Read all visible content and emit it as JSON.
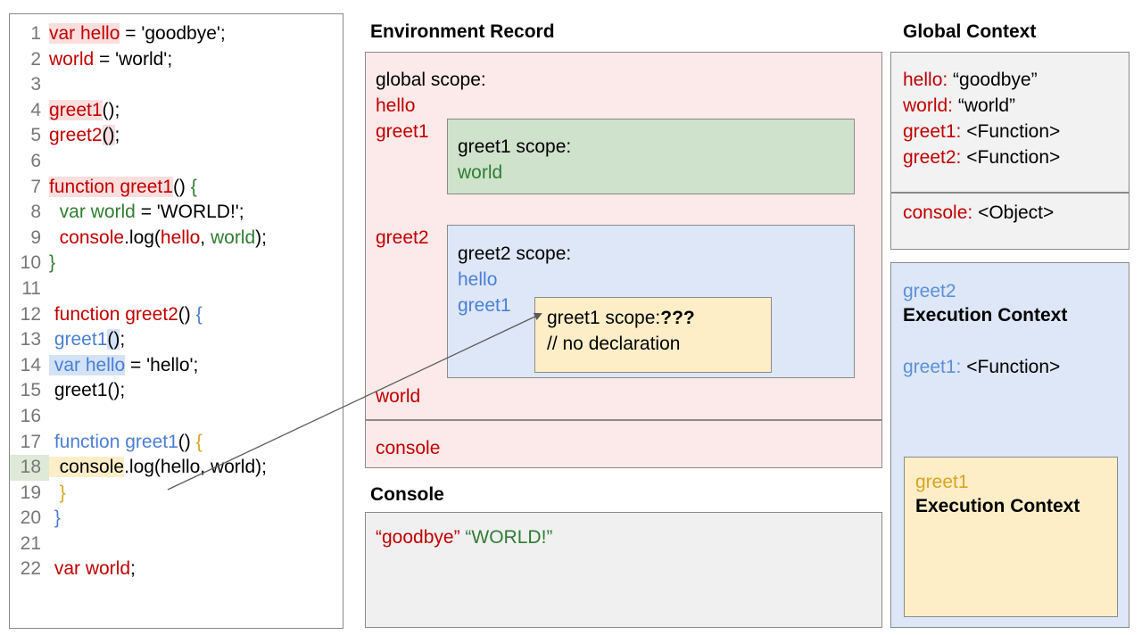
{
  "code": {
    "lines": [
      {
        "n": "1",
        "segments": [
          {
            "t": "var hello",
            "c": "kw-red",
            "bg": "hl-red"
          },
          {
            "t": " = 'goodbye';",
            "c": "code-text"
          }
        ]
      },
      {
        "n": "2",
        "segments": [
          {
            "t": "world",
            "c": "kw-red"
          },
          {
            "t": " = 'world';",
            "c": "code-text"
          }
        ]
      },
      {
        "n": "3",
        "segments": []
      },
      {
        "n": "4",
        "segments": [
          {
            "t": "greet1",
            "c": "kw-red",
            "bg": "hl-red"
          },
          {
            "t": "();",
            "c": "code-text"
          }
        ]
      },
      {
        "n": "5",
        "segments": [
          {
            "t": "greet2",
            "c": "kw-red"
          },
          {
            "t": "()",
            "c": "code-text",
            "bg": "hl-red"
          },
          {
            "t": ";",
            "c": "code-text"
          }
        ]
      },
      {
        "n": "6",
        "segments": []
      },
      {
        "n": "7",
        "segments": [
          {
            "t": "function greet1",
            "c": "kw-red",
            "bg": "hl-red"
          },
          {
            "t": "() ",
            "c": "code-text"
          },
          {
            "t": "{",
            "c": "kw-green"
          }
        ]
      },
      {
        "n": "8",
        "segments": [
          {
            "t": "  var world",
            "c": "kw-green",
            "bg": "hl-green"
          },
          {
            "t": " = 'WORLD!';",
            "c": "code-text"
          }
        ]
      },
      {
        "n": "9",
        "segments": [
          {
            "t": "  console",
            "c": "kw-red"
          },
          {
            "t": ".log(",
            "c": "code-text"
          },
          {
            "t": "hello",
            "c": "kw-red"
          },
          {
            "t": ", ",
            "c": "code-text"
          },
          {
            "t": "world",
            "c": "kw-green"
          },
          {
            "t": ");",
            "c": "code-text"
          }
        ]
      },
      {
        "n": "10",
        "segments": [
          {
            "t": "}",
            "c": "kw-green"
          }
        ]
      },
      {
        "n": "11",
        "segments": []
      },
      {
        "n": "12",
        "segments": [
          {
            "t": " function greet2",
            "c": "kw-red"
          },
          {
            "t": "() ",
            "c": "code-text"
          },
          {
            "t": "{",
            "c": "kw-blue"
          }
        ]
      },
      {
        "n": "13",
        "segments": [
          {
            "t": " greet1",
            "c": "kw-blue"
          },
          {
            "t": "()",
            "c": "code-text",
            "bg": "hl-blue"
          },
          {
            "t": ";",
            "c": "code-text"
          }
        ]
      },
      {
        "n": "14",
        "segments": [
          {
            "t": " var hello",
            "c": "kw-blue",
            "bg": "hl-blue"
          },
          {
            "t": " = 'hello';",
            "c": "code-text"
          }
        ]
      },
      {
        "n": "15",
        "segments": [
          {
            "t": " greet1();",
            "c": "code-text"
          }
        ]
      },
      {
        "n": "16",
        "segments": []
      },
      {
        "n": "17",
        "segments": [
          {
            "t": " function greet1",
            "c": "kw-blue"
          },
          {
            "t": "() ",
            "c": "code-text"
          },
          {
            "t": "{",
            "c": "kw-yellow"
          }
        ]
      },
      {
        "n": "18",
        "highlight": true,
        "segments": [
          {
            "t": "  console",
            "c": "code-text",
            "bg": "hl-yellow"
          },
          {
            "t": ".log(hello, world);",
            "c": "code-text"
          }
        ]
      },
      {
        "n": "19",
        "segments": [
          {
            "t": "  }",
            "c": "kw-yellow"
          }
        ]
      },
      {
        "n": "20",
        "segments": [
          {
            "t": " }",
            "c": "kw-blue"
          }
        ]
      },
      {
        "n": "21",
        "segments": []
      },
      {
        "n": "22",
        "segments": [
          {
            "t": " var world",
            "c": "kw-red"
          },
          {
            "t": ";",
            "c": "code-text"
          }
        ]
      }
    ]
  },
  "environment_record": {
    "title": "Environment Record",
    "global_scope_label": "global scope:",
    "global_bindings_top": [
      "hello",
      "greet1",
      "greet2",
      "world"
    ],
    "global_bindings_bottom": [
      "console"
    ],
    "greet1_scope": {
      "title": "greet1 scope:",
      "bindings": [
        "world"
      ]
    },
    "greet2_scope": {
      "title": "greet2 scope:",
      "bindings": [
        "hello",
        "greet1"
      ],
      "greet1_inner": {
        "title": "greet1 scope:",
        "unknown_marker": "???",
        "note": "// no declaration"
      }
    }
  },
  "console": {
    "title": "Console",
    "output_red": "“goodbye”",
    "output_green": "“WORLD!”"
  },
  "global_context": {
    "title": "Global Context",
    "rows_top": [
      {
        "key": "hello:",
        "value": "“goodbye”"
      },
      {
        "key": "world:",
        "value": "“world”"
      },
      {
        "key": "greet1:",
        "value": "<Function>"
      },
      {
        "key": "greet2:",
        "value": "<Function>"
      }
    ],
    "rows_bottom": [
      {
        "key": "console:",
        "value": "<Object>"
      }
    ]
  },
  "greet2_execution_context": {
    "name": "greet2",
    "label": "Execution Context",
    "row": {
      "key": "greet1:",
      "value": "<Function>"
    }
  },
  "greet1_execution_context": {
    "name": "greet1",
    "label": "Execution Context"
  },
  "colors": {
    "pink_bg": "#fce9e9",
    "green_bg": "#cfe2cc",
    "blue_bg": "#dde7f7",
    "yellow_bg": "#fdeec8",
    "gray_bg": "#f2f2f2",
    "red_text": "#c00000",
    "green_text": "#2f7d32",
    "blue_text": "#4a7fd4",
    "yellow_text": "#d9a520",
    "border": "#8a8a8a"
  }
}
